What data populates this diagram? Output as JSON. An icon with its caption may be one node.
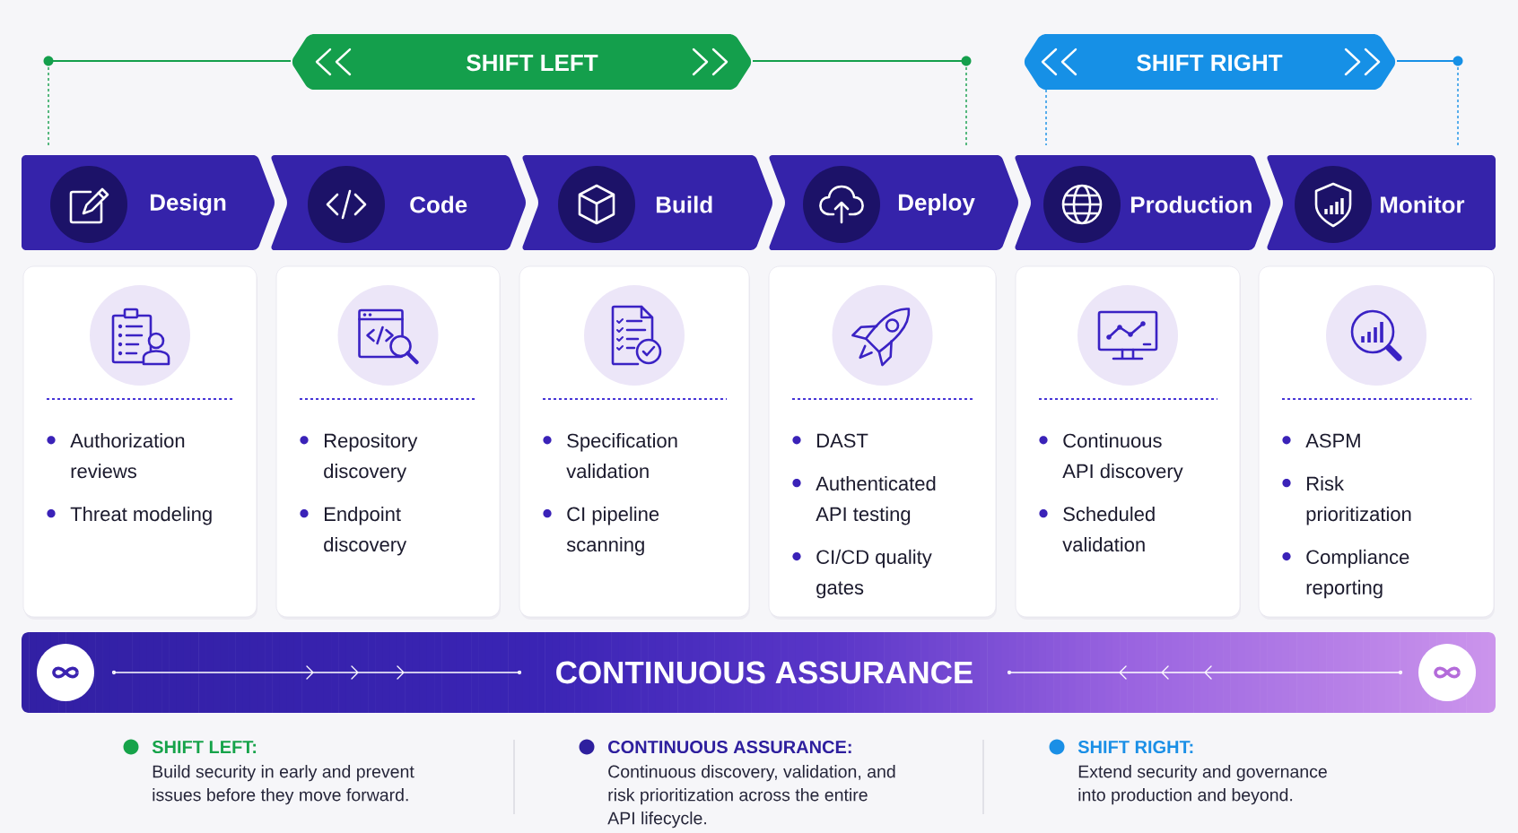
{
  "diagram": {
    "nodes": [
      {
        "text": [
          "SHIFT LEFT"
        ]
      },
      {
        "text": [
          "SHIFT RIGHT"
        ]
      },
      {
        "text": [
          "Design"
        ]
      },
      {
        "text": [
          "Code"
        ]
      },
      {
        "text": [
          "Build"
        ]
      },
      {
        "text": [
          "Deploy"
        ]
      },
      {
        "text": [
          "Production"
        ]
      },
      {
        "text": [
          "Monitor"
        ]
      },
      {
        "text": [
          "Authorization reviews",
          "Threat modeling"
        ]
      },
      {
        "text": [
          "Repository discovery",
          "Endpoint discovery"
        ]
      },
      {
        "text": [
          "Specification validation",
          "CI pipeline scanning"
        ]
      },
      {
        "text": [
          "DAST",
          "Authenticated API testing",
          "CI/CD quality gates"
        ]
      },
      {
        "text": [
          "Continuous API discovery",
          "Scheduled validation"
        ]
      },
      {
        "text": [
          "ASPM",
          "Risk prioritization",
          "Compliance reporting"
        ]
      },
      {
        "text": [
          "CONTINUOUS ASSURANCE"
        ]
      }
    ],
    "labels": [
      "Build security in early and prevent issues before they move forward.",
      "Continuous discovery, validation, and risk prioritization across the entire API lifecycle.",
      "Extend security and governance into production and beyond."
    ],
    "legend": [
      {
        "text": "SHIFT LEFT:",
        "color": "#16a34a"
      },
      {
        "text": "CONTINUOUS ASSURANCE:",
        "color": "#2e1f9e"
      },
      {
        "text": "SHIFT RIGHT:",
        "color": "#1a8fe6"
      }
    ]
  }
}
